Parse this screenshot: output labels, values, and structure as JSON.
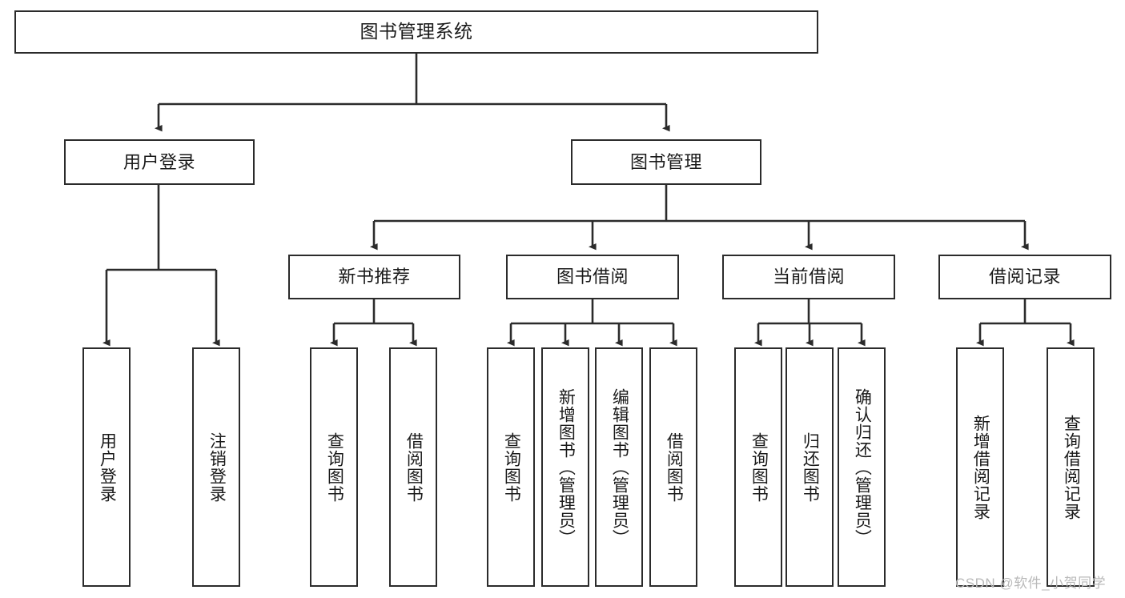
{
  "diagram": {
    "title": "图书管理系统",
    "type": "tree",
    "root": {
      "label": "图书管理系统",
      "orientation": "horizontal"
    },
    "level1": [
      {
        "label": "用户登录",
        "orientation": "horizontal"
      },
      {
        "label": "图书管理",
        "orientation": "horizontal"
      }
    ],
    "level2": [
      {
        "label": "新书推荐",
        "orientation": "horizontal",
        "parent": "图书管理"
      },
      {
        "label": "图书借阅",
        "orientation": "horizontal",
        "parent": "图书管理"
      },
      {
        "label": "当前借阅",
        "orientation": "horizontal",
        "parent": "图书管理"
      },
      {
        "label": "借阅记录",
        "orientation": "horizontal",
        "parent": "图书管理"
      }
    ],
    "leaves": {
      "user_login": [
        {
          "label": "用户登录",
          "orientation": "vertical"
        },
        {
          "label": "注销登录",
          "orientation": "vertical"
        }
      ],
      "new_book_recommend": [
        {
          "label": "查询图书",
          "orientation": "vertical"
        },
        {
          "label": "借阅图书",
          "orientation": "vertical"
        }
      ],
      "book_borrow": [
        {
          "label": "查询图书",
          "orientation": "vertical"
        },
        {
          "label": "新增图书（管理员）",
          "orientation": "vertical"
        },
        {
          "label": "编辑图书（管理员）",
          "orientation": "vertical"
        },
        {
          "label": "借阅图书",
          "orientation": "vertical"
        }
      ],
      "current_borrow": [
        {
          "label": "查询图书",
          "orientation": "vertical"
        },
        {
          "label": "归还图书",
          "orientation": "vertical"
        },
        {
          "label": "确认归还（管理员）",
          "orientation": "vertical"
        }
      ],
      "borrow_record": [
        {
          "label": "新增借阅记录",
          "orientation": "vertical"
        },
        {
          "label": "查询借阅记录",
          "orientation": "vertical"
        }
      ]
    }
  },
  "watermark": {
    "text": "CSDN @软件_小贺同学"
  },
  "colors": {
    "stroke": "#2b2b2b",
    "background": "#ffffff",
    "text": "#1a1a1a",
    "watermark": "#b9b9b9"
  }
}
